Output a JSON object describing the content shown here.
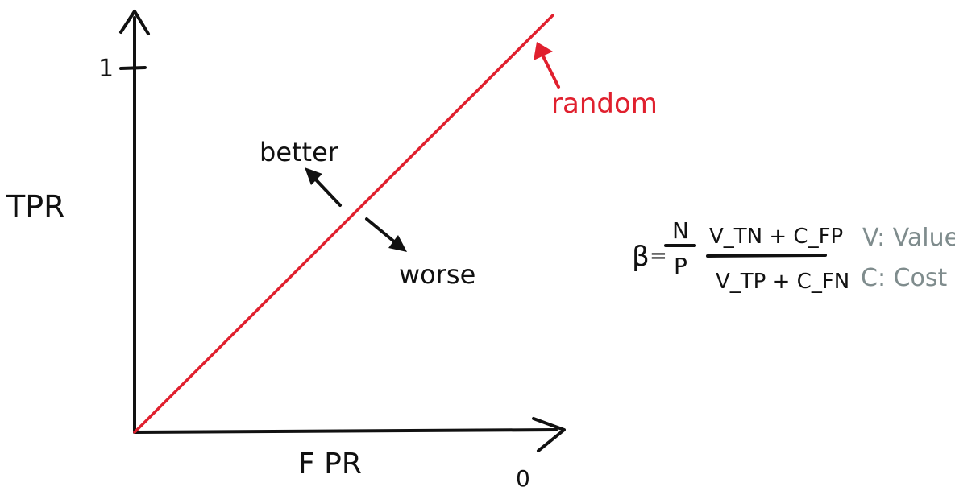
{
  "colors": {
    "ink": "#111111",
    "random_line": "#e0202e",
    "legend_gray": "#7f8c8d"
  },
  "axes": {
    "y_label": "TPR",
    "x_label": "F PR",
    "y_tick_label": "1",
    "x_tick_label": "0"
  },
  "annotations": {
    "random": "random",
    "better": "better",
    "worse": "worse"
  },
  "formula": {
    "lhs": "β",
    "equals": "=",
    "ratio_numerator": "N",
    "ratio_denominator": "P",
    "fraction_numerator": "V_TN + C_FP",
    "fraction_denominator": "V_TP + C_FN"
  },
  "legend": {
    "value_line": "V: Value",
    "cost_line": "C: Cost"
  }
}
